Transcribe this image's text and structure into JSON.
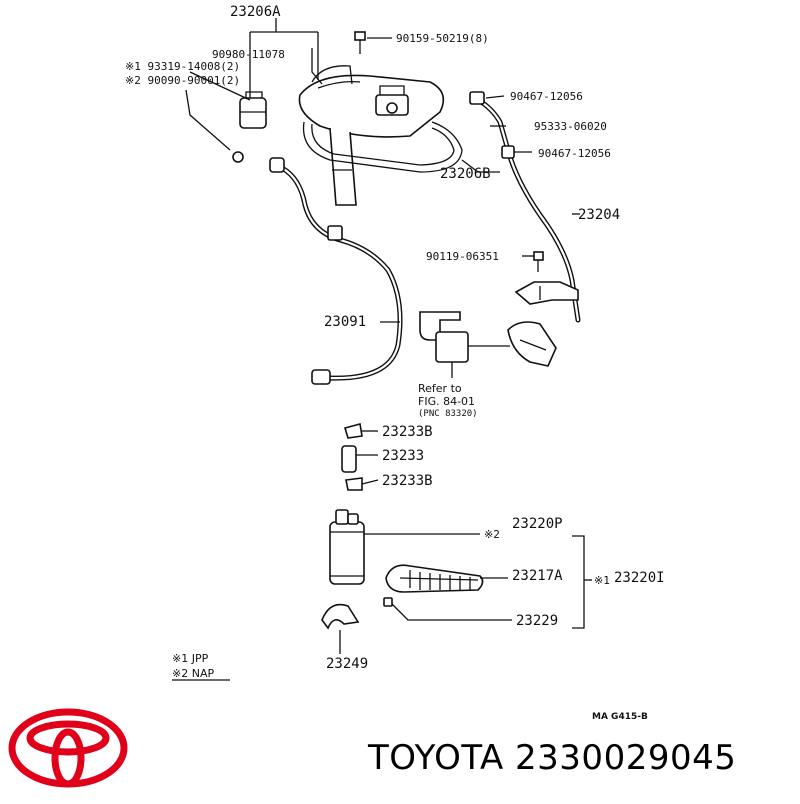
{
  "callouts": {
    "c23206A": "23206A",
    "c90980": "90980-11078",
    "c93319": "※1 93319-14008(2)",
    "c90090": "※2 90090-90001(2)",
    "c90159": "90159-50219(8)",
    "c90467a": "90467-12056",
    "c95333": "95333-06020",
    "c90467b": "90467-12056",
    "c23206B": "23206B",
    "c23204": "23204",
    "c90119": "90119-06351",
    "c23091": "23091",
    "c23233Ba": "23233B",
    "c23233": "23233",
    "c23233Bb": "23233B",
    "c23220P": "23220P",
    "c23217A": "23217A",
    "c23220I": "23220I",
    "c23229": "23229",
    "c23249": "23249"
  },
  "markers": {
    "m2_pump": "※2",
    "m1_filter": "※1"
  },
  "reference": {
    "line1": "Refer to",
    "line2": "FIG. 84-01",
    "line3": "(PNC 83320)"
  },
  "legend": {
    "item1": "※1 JPP",
    "item2": "※2 NAP"
  },
  "diagram_code": "MA G415-B",
  "brand": {
    "text": "TOYOTA 2330029045",
    "logo_color": "#e0001a"
  }
}
